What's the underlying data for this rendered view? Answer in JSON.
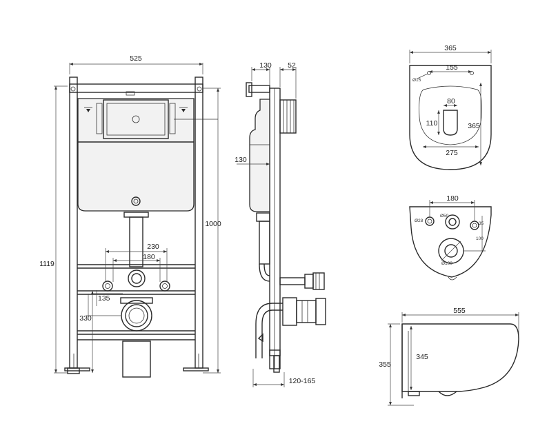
{
  "front": {
    "width": "525",
    "height_total": "1119",
    "height_frame": "1000",
    "spacing_outer": "230",
    "spacing_inner": "180",
    "drop": "135",
    "inlet_height": "330"
  },
  "side": {
    "depth": "130",
    "panel": "52",
    "mid_depth": "130",
    "adjust": "120-165"
  },
  "top_view": {
    "width": "365",
    "bolt_spacing": "155",
    "hole": "Ø15",
    "seat_width": "80",
    "seat_depth": "110",
    "length": "365",
    "rear_width": "275"
  },
  "rear_view": {
    "spacing": "180",
    "hole_a": "Ø28",
    "hole_b": "Ø50",
    "height_b": "35",
    "height_a": "100",
    "outlet": "Ø100"
  },
  "bowl_side": {
    "length": "555",
    "height_outer": "355",
    "height_inner": "345"
  }
}
